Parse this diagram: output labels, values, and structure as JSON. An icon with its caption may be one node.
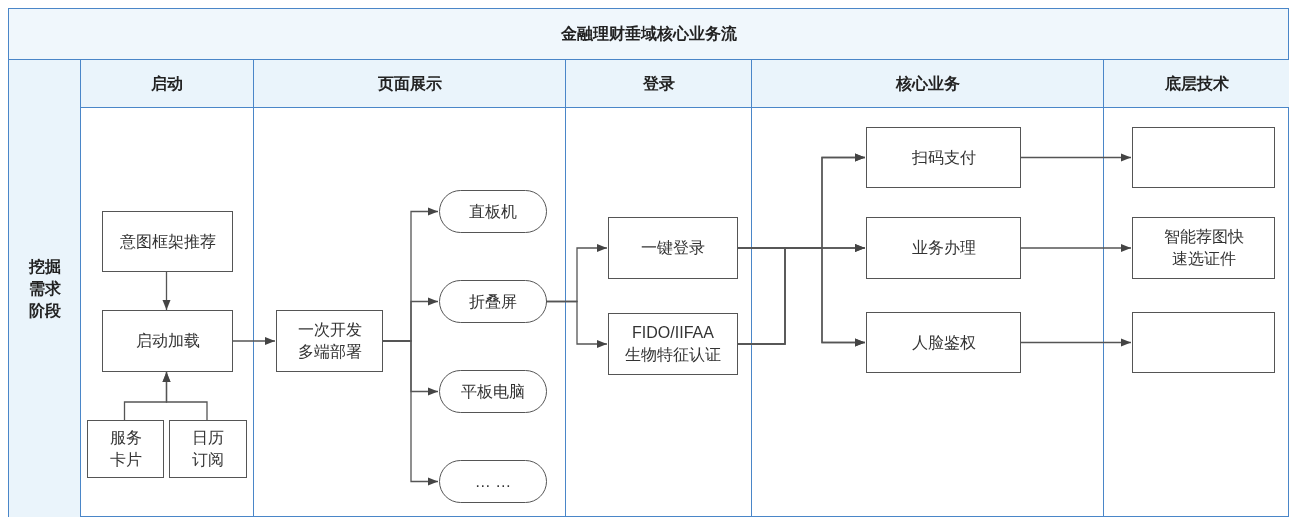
{
  "diagram": {
    "title": "金融理财垂域核心业务流",
    "nodes": [
      {
        "text": [
          "启动"
        ]
      },
      {
        "text": [
          "页面展示"
        ]
      },
      {
        "text": [
          "登录"
        ]
      },
      {
        "text": [
          "核心业务"
        ]
      },
      {
        "text": [
          "底层技术"
        ]
      },
      {
        "text": [
          "意图框架推荐"
        ],
        "in": 0
      },
      {
        "text": [
          "启动加载"
        ],
        "in": 0
      },
      {
        "text": [
          "服务卡片"
        ],
        "in": 0
      },
      {
        "text": [
          "日历订阅"
        ],
        "in": 0
      },
      {
        "text": [
          "一次开发多端部署"
        ],
        "in": 1
      },
      {
        "text": [
          "直板机"
        ],
        "in": 1
      },
      {
        "text": [
          "折叠屏"
        ],
        "in": 1
      },
      {
        "text": [
          "平板电脑"
        ],
        "in": 1
      },
      {
        "text": [
          "… …"
        ],
        "in": 1
      },
      {
        "text": [
          "一键登录"
        ],
        "in": 2
      },
      {
        "text": [
          "FIDO/IIFAA 生物特征认证"
        ],
        "in": 2
      },
      {
        "text": [
          "扫码支付"
        ],
        "in": 3
      },
      {
        "text": [
          "业务办理"
        ],
        "in": 3
      },
      {
        "text": [
          "人脸鉴权"
        ],
        "in": 3
      },
      {
        "text": [],
        "shape": "box",
        "in": 4
      },
      {
        "text": [
          "智能荐图快速选证件"
        ],
        "in": 4
      },
      {
        "text": [],
        "shape": "box",
        "in": 4
      }
    ],
    "edges": [
      {
        "from": 5,
        "to": 6,
        "arrow": "to"
      },
      {
        "from": 7,
        "to": 6,
        "arrow": "to"
      },
      {
        "from": 8,
        "to": 6,
        "arrow": "to"
      },
      {
        "from": 6,
        "to": 9,
        "arrow": "to"
      },
      {
        "from": 9,
        "to": 10,
        "arrow": "to"
      },
      {
        "from": 9,
        "to": 11,
        "arrow": "to"
      },
      {
        "from": 9,
        "to": 12,
        "arrow": "to"
      },
      {
        "from": 9,
        "to": 13,
        "arrow": "to"
      },
      {
        "from": 11,
        "to": 14,
        "arrow": "to"
      },
      {
        "from": 11,
        "to": 15,
        "arrow": "to"
      },
      {
        "from": 14,
        "to": 16,
        "arrow": "to"
      },
      {
        "from": 14,
        "to": 17,
        "arrow": "to"
      },
      {
        "from": 14,
        "to": 18,
        "arrow": "to"
      },
      {
        "from": 15,
        "to": 16,
        "arrow": "to"
      },
      {
        "from": 15,
        "to": 17,
        "arrow": "to"
      },
      {
        "from": 15,
        "to": 18,
        "arrow": "to"
      },
      {
        "from": 16,
        "to": 19,
        "arrow": "to"
      },
      {
        "from": 17,
        "to": 20,
        "arrow": "to"
      },
      {
        "from": 18,
        "to": 21,
        "arrow": "to"
      }
    ],
    "labels": [
      "挖掘需求阶段"
    ]
  }
}
